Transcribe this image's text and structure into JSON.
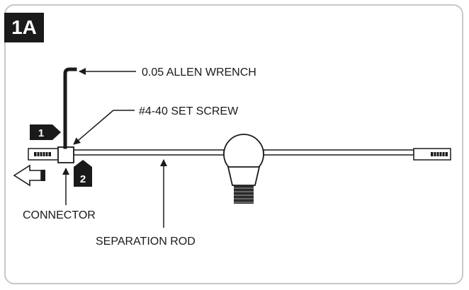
{
  "figure": {
    "step_label": "1A",
    "labels": {
      "allen_wrench": "0.05 ALLEN WRENCH",
      "set_screw": "#4-40 SET SCREW",
      "connector": "CONNECTOR",
      "separation_rod": "SEPARATION ROD"
    },
    "badges": {
      "step_one": "1",
      "step_two": "2"
    }
  }
}
